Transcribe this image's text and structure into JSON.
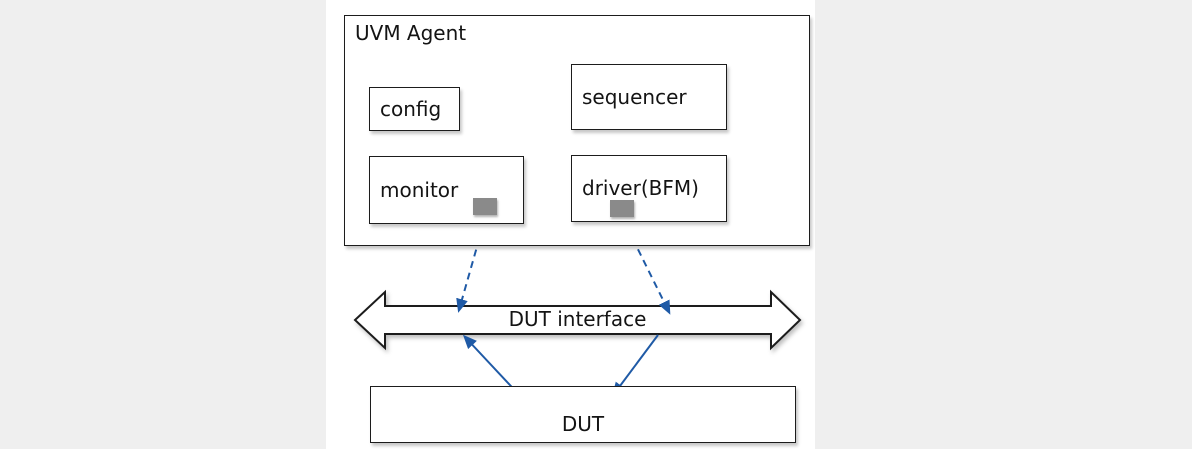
{
  "diagram": {
    "agent": {
      "title": "UVM Agent",
      "config_label": "config",
      "sequencer_label": "sequencer",
      "monitor_label": "monitor",
      "driver_label": "driver(BFM)"
    },
    "bus": {
      "label": "DUT interface"
    },
    "dut": {
      "label": "DUT"
    }
  },
  "colors": {
    "page_background": "#efefef",
    "canvas_background": "#ffffff",
    "box_border": "#1c1c1c",
    "arrow_blue": "#1f5aa6",
    "port_gray": "#8a8a8a",
    "curved_arrow_fill": "#d9d9d9"
  }
}
